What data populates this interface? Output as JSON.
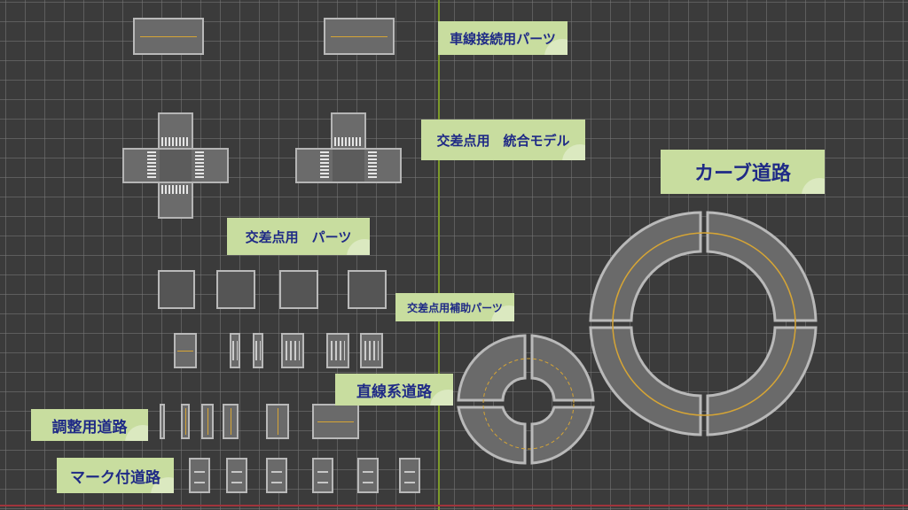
{
  "labels": {
    "lane_connection": "車線接続用パーツ",
    "intersection_integrated": "交差点用　統合モデル",
    "curve_road": "カーブ道路",
    "intersection_parts": "交差点用　パーツ",
    "intersection_aux": "交差点用補助パーツ",
    "straight_road": "直線系道路",
    "adjustment_road": "調整用道路",
    "marked_road": "マーク付道路"
  },
  "colors": {
    "background": "#3b3b3b",
    "grid": "#787878",
    "label_bg": "#c8dd9f",
    "label_text": "#1f2a86",
    "y_axis": "#7c9a2a",
    "x_axis": "#a0343c",
    "road_surface": "#6a6a6a",
    "road_edge": "#b9b9b9",
    "center_line": "#d6a535"
  }
}
